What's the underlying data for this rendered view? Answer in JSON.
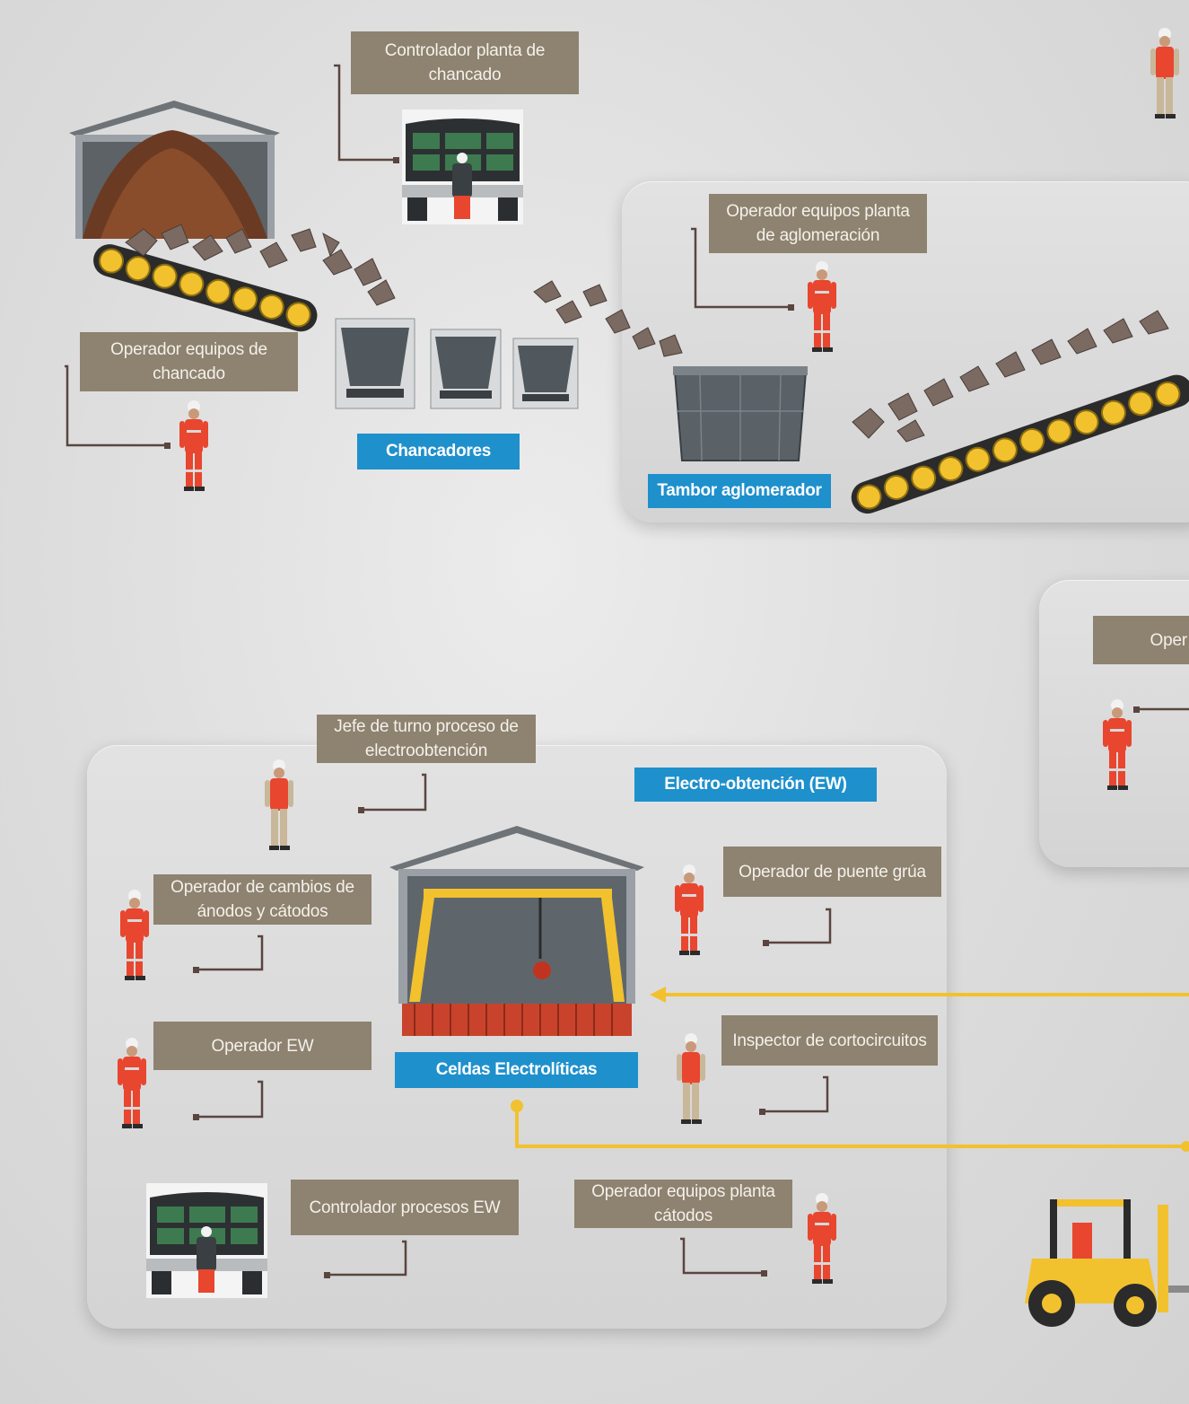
{
  "labels": {
    "controlador_chancado": "Controlador planta de chancado",
    "operador_chancado": "Operador equipos de chancado",
    "operador_aglomeracion": "Operador equipos planta de aglomeración",
    "operador_cut": "Oper",
    "jefe_turno": "Jefe de turno proceso de electroobtención",
    "operador_cambios": "Operador de cambios de ánodos y cátodos",
    "operador_puente": "Operador de puente grúa",
    "operador_ew": "Operador EW",
    "inspector": "Inspector de cortocircuitos",
    "controlador_ew": "Controlador procesos EW",
    "operador_catodos": "Operador equipos planta cátodos"
  },
  "stations": {
    "chancadores": "Chancadores",
    "tambor": "Tambor aglomerador",
    "electro_obtencion": "Electro-obtención (EW)",
    "celdas": "Celdas Electrolíticas"
  },
  "colors": {
    "label_bg": "#8e8270",
    "station_bg": "#1e90cc",
    "flow_line": "#f2c12e",
    "worker_suit": "#e8462f",
    "connector": "#5a4540"
  }
}
